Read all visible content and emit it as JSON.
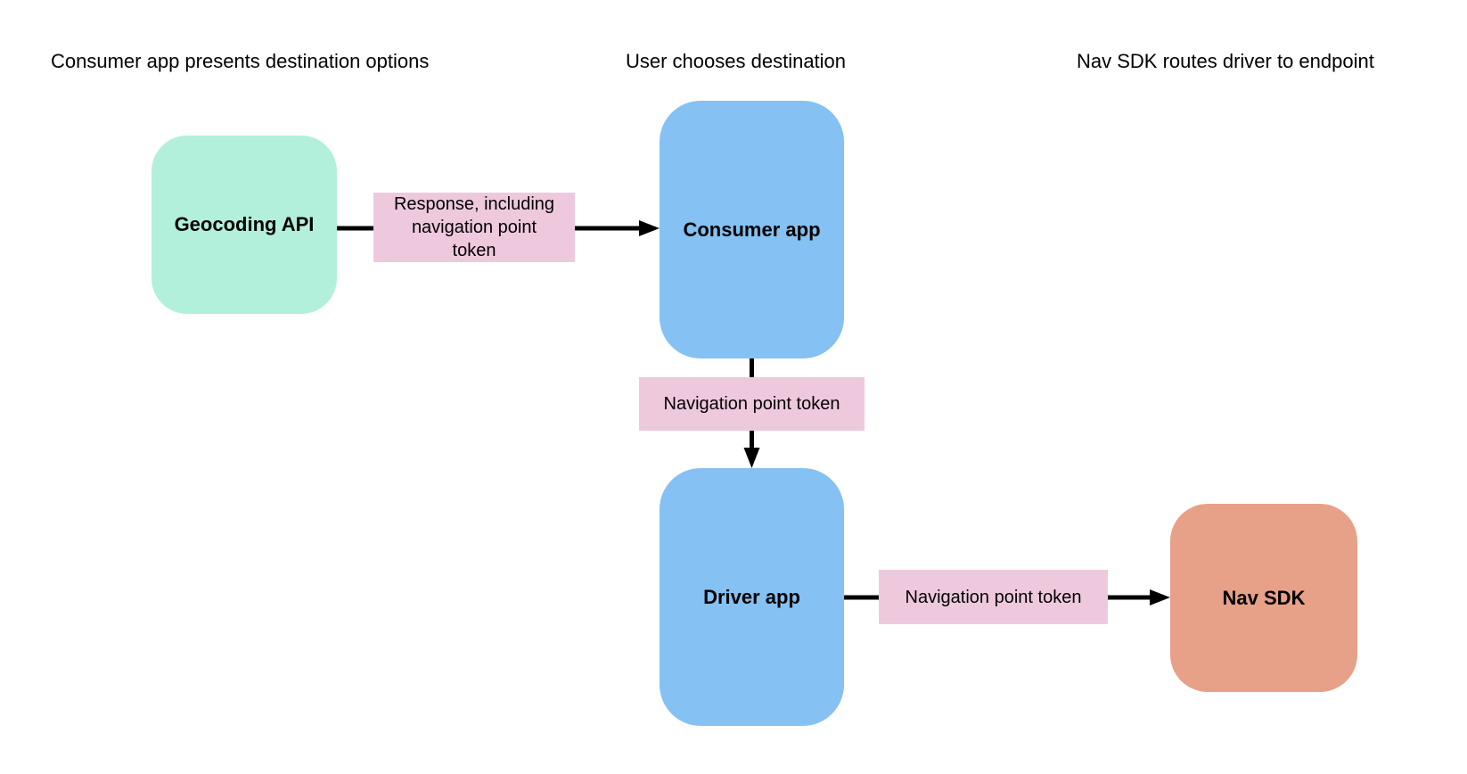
{
  "headers": [
    {
      "label": "Consumer app presents destination options"
    },
    {
      "label": "User chooses destination"
    },
    {
      "label": "Nav SDK routes driver to endpoint"
    }
  ],
  "nodes": [
    {
      "id": "geocoding-api",
      "label": "Geocoding API",
      "color": "#b2f0dc"
    },
    {
      "id": "consumer-app",
      "label": "Consumer app",
      "color": "#85c1f2"
    },
    {
      "id": "driver-app",
      "label": "Driver app",
      "color": "#85c1f2"
    },
    {
      "id": "nav-sdk",
      "label": "Nav SDK",
      "color": "#e7a189"
    }
  ],
  "edges": [
    {
      "from": "geocoding-api",
      "to": "consumer-app",
      "label": "Response, including navigation point token",
      "lines": [
        "Response, including",
        "navigation point",
        "token"
      ],
      "color": "#eec9de"
    },
    {
      "from": "consumer-app",
      "to": "driver-app",
      "label": "Navigation point token",
      "lines": [
        "Navigation point token"
      ],
      "color": "#eec9de"
    },
    {
      "from": "driver-app",
      "to": "nav-sdk",
      "label": "Navigation point token",
      "lines": [
        "Navigation point token"
      ],
      "color": "#eec9de"
    }
  ],
  "colors": {
    "background": "#ffffff",
    "arrow": "#000000",
    "text": "#000000"
  }
}
